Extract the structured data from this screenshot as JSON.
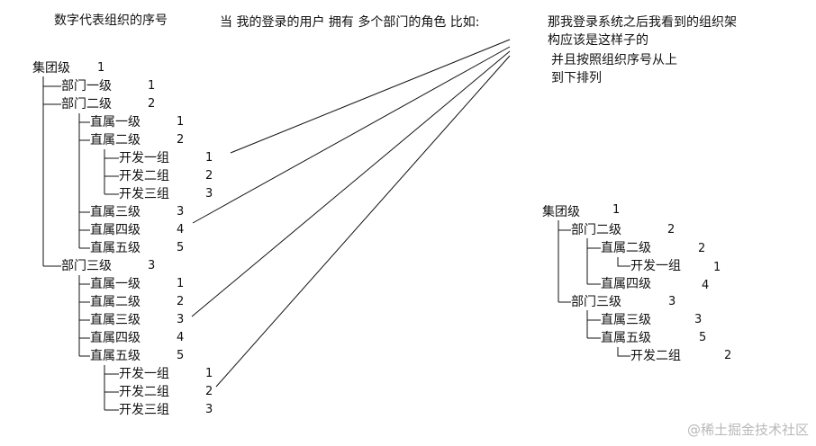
{
  "captions": {
    "left": "数字代表组织的序号",
    "middle": "当 我的登录的用户 拥有 多个部门的角色 比如:",
    "right_line1": "那我登录系统之后我看到的组织架",
    "right_line2": "构应该是这样子的",
    "right_line3": "并且按照组织序号从上",
    "right_line4": "到下排列"
  },
  "left_tree": {
    "root": {
      "label": "集团级",
      "order": "1"
    },
    "dept1": {
      "label": "部门一级",
      "order": "1"
    },
    "dept2": {
      "label": "部门二级",
      "order": "2",
      "children": [
        {
          "label": "直属一级",
          "order": "1"
        },
        {
          "label": "直属二级",
          "order": "2"
        },
        {
          "label": "开发一组",
          "order": "1"
        },
        {
          "label": "开发二组",
          "order": "2"
        },
        {
          "label": "开发三组",
          "order": "3"
        },
        {
          "label": "直属三级",
          "order": "3"
        },
        {
          "label": "直属四级",
          "order": "4"
        },
        {
          "label": "直属五级",
          "order": "5"
        }
      ]
    },
    "dept3": {
      "label": "部门三级",
      "order": "3",
      "children": [
        {
          "label": "直属一级",
          "order": "1"
        },
        {
          "label": "直属二级",
          "order": "2"
        },
        {
          "label": "直属三级",
          "order": "3"
        },
        {
          "label": "直属四级",
          "order": "4"
        },
        {
          "label": "直属五级",
          "order": "5"
        },
        {
          "label": "开发一组",
          "order": "1"
        },
        {
          "label": "开发二组",
          "order": "2"
        },
        {
          "label": "开发三组",
          "order": "3"
        }
      ]
    }
  },
  "right_tree": {
    "root": {
      "label": "集团级",
      "order": "1"
    },
    "dept2": {
      "label": "部门二级",
      "order": "2"
    },
    "dept2_sub1": {
      "label": "直属二级",
      "order": "2"
    },
    "dept2_sub1_group": {
      "label": "开发一组",
      "order": "1"
    },
    "dept2_sub2": {
      "label": "直属四级",
      "order": "4"
    },
    "dept3": {
      "label": "部门三级",
      "order": "3"
    },
    "dept3_sub1": {
      "label": "直属三级",
      "order": "3"
    },
    "dept3_sub2": {
      "label": "直属五级",
      "order": "5"
    },
    "dept3_sub2_group": {
      "label": "开发二组",
      "order": "2"
    }
  },
  "watermark": "@稀土掘金技术社区"
}
